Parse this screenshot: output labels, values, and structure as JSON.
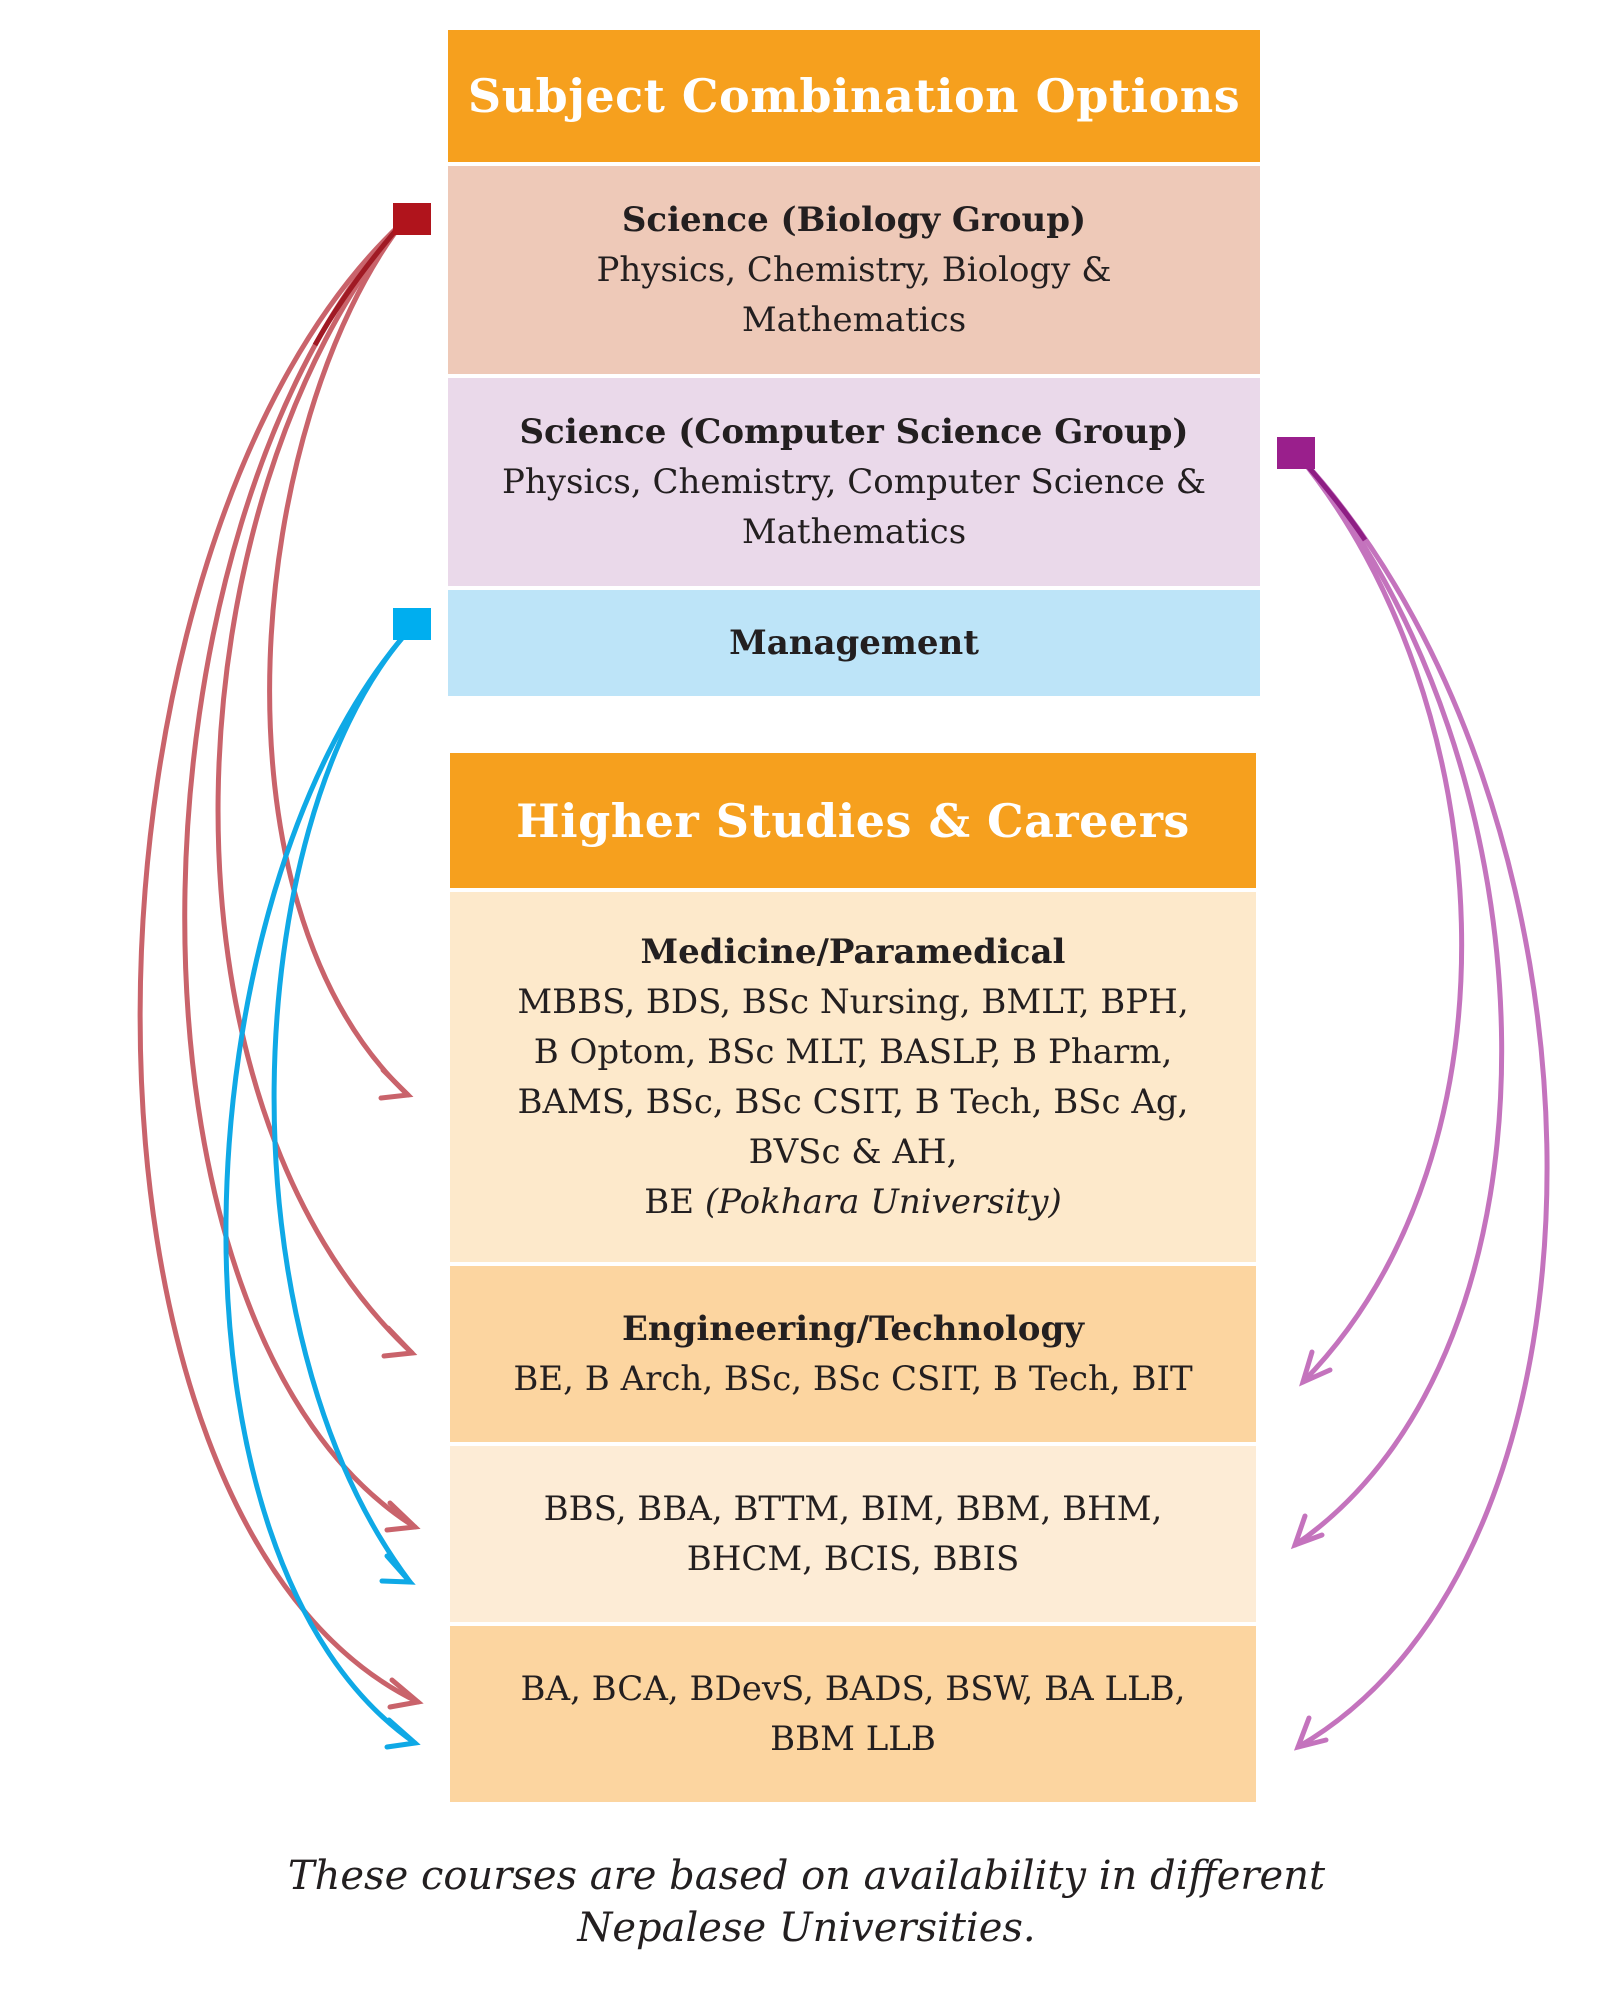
{
  "subject_panel": {
    "title": "Subject Combination Options",
    "options": [
      {
        "heading": "Science (Biology Group)",
        "lines": [
          "Physics, Chemistry, Biology &",
          "Mathematics"
        ],
        "marker_color": "#b0141c",
        "arrow_color": "#c9636b",
        "bg": "#eec9b8"
      },
      {
        "heading": "Science (Computer Science Group)",
        "lines": [
          "Physics, Chemistry, Computer Science &",
          "Mathematics"
        ],
        "marker_color": "#9a1f8c",
        "arrow_color": "#c473bd",
        "bg": "#ead9ea"
      },
      {
        "heading": "Management",
        "lines": [],
        "marker_color": "#00aeef",
        "arrow_color": "#0fa9e6",
        "bg": "#bde4f8"
      }
    ]
  },
  "careers_panel": {
    "title": "Higher Studies & Careers",
    "groups": [
      {
        "heading": "Medicine/Paramedical",
        "lines": [
          "MBBS, BDS, BSc Nursing, BMLT, BPH,",
          "B Optom, BSc MLT, BASLP, B Pharm,",
          "BAMS, BSc, BSc CSIT, B Tech, BSc Ag,",
          "BVSc & AH,"
        ],
        "last_line": {
          "main": "BE",
          "italic": "(Pokhara University)"
        },
        "bg": "#fde9cb"
      },
      {
        "heading": "Engineering/Technology",
        "lines": [
          "BE, B Arch, BSc, BSc CSIT, B Tech, BIT"
        ],
        "bg": "#fcd5a0"
      },
      {
        "heading": "",
        "lines": [
          "BBS, BBA, BTTM, BIM, BBM, BHM,",
          "BHCM, BCIS, BBIS"
        ],
        "bg": "#fdecd6"
      },
      {
        "heading": "",
        "lines": [
          "BA, BCA, BDevS, BADS, BSW, BA LLB,",
          "BBM LLB"
        ],
        "bg": "#fcd5a0"
      }
    ]
  },
  "connections": {
    "biology": [
      0,
      1,
      2,
      3
    ],
    "computer_science": [
      1,
      2,
      3
    ],
    "management": [
      2,
      3
    ]
  },
  "footer_lines": [
    "These courses are based on availability in different",
    "Nepalese Universities."
  ]
}
